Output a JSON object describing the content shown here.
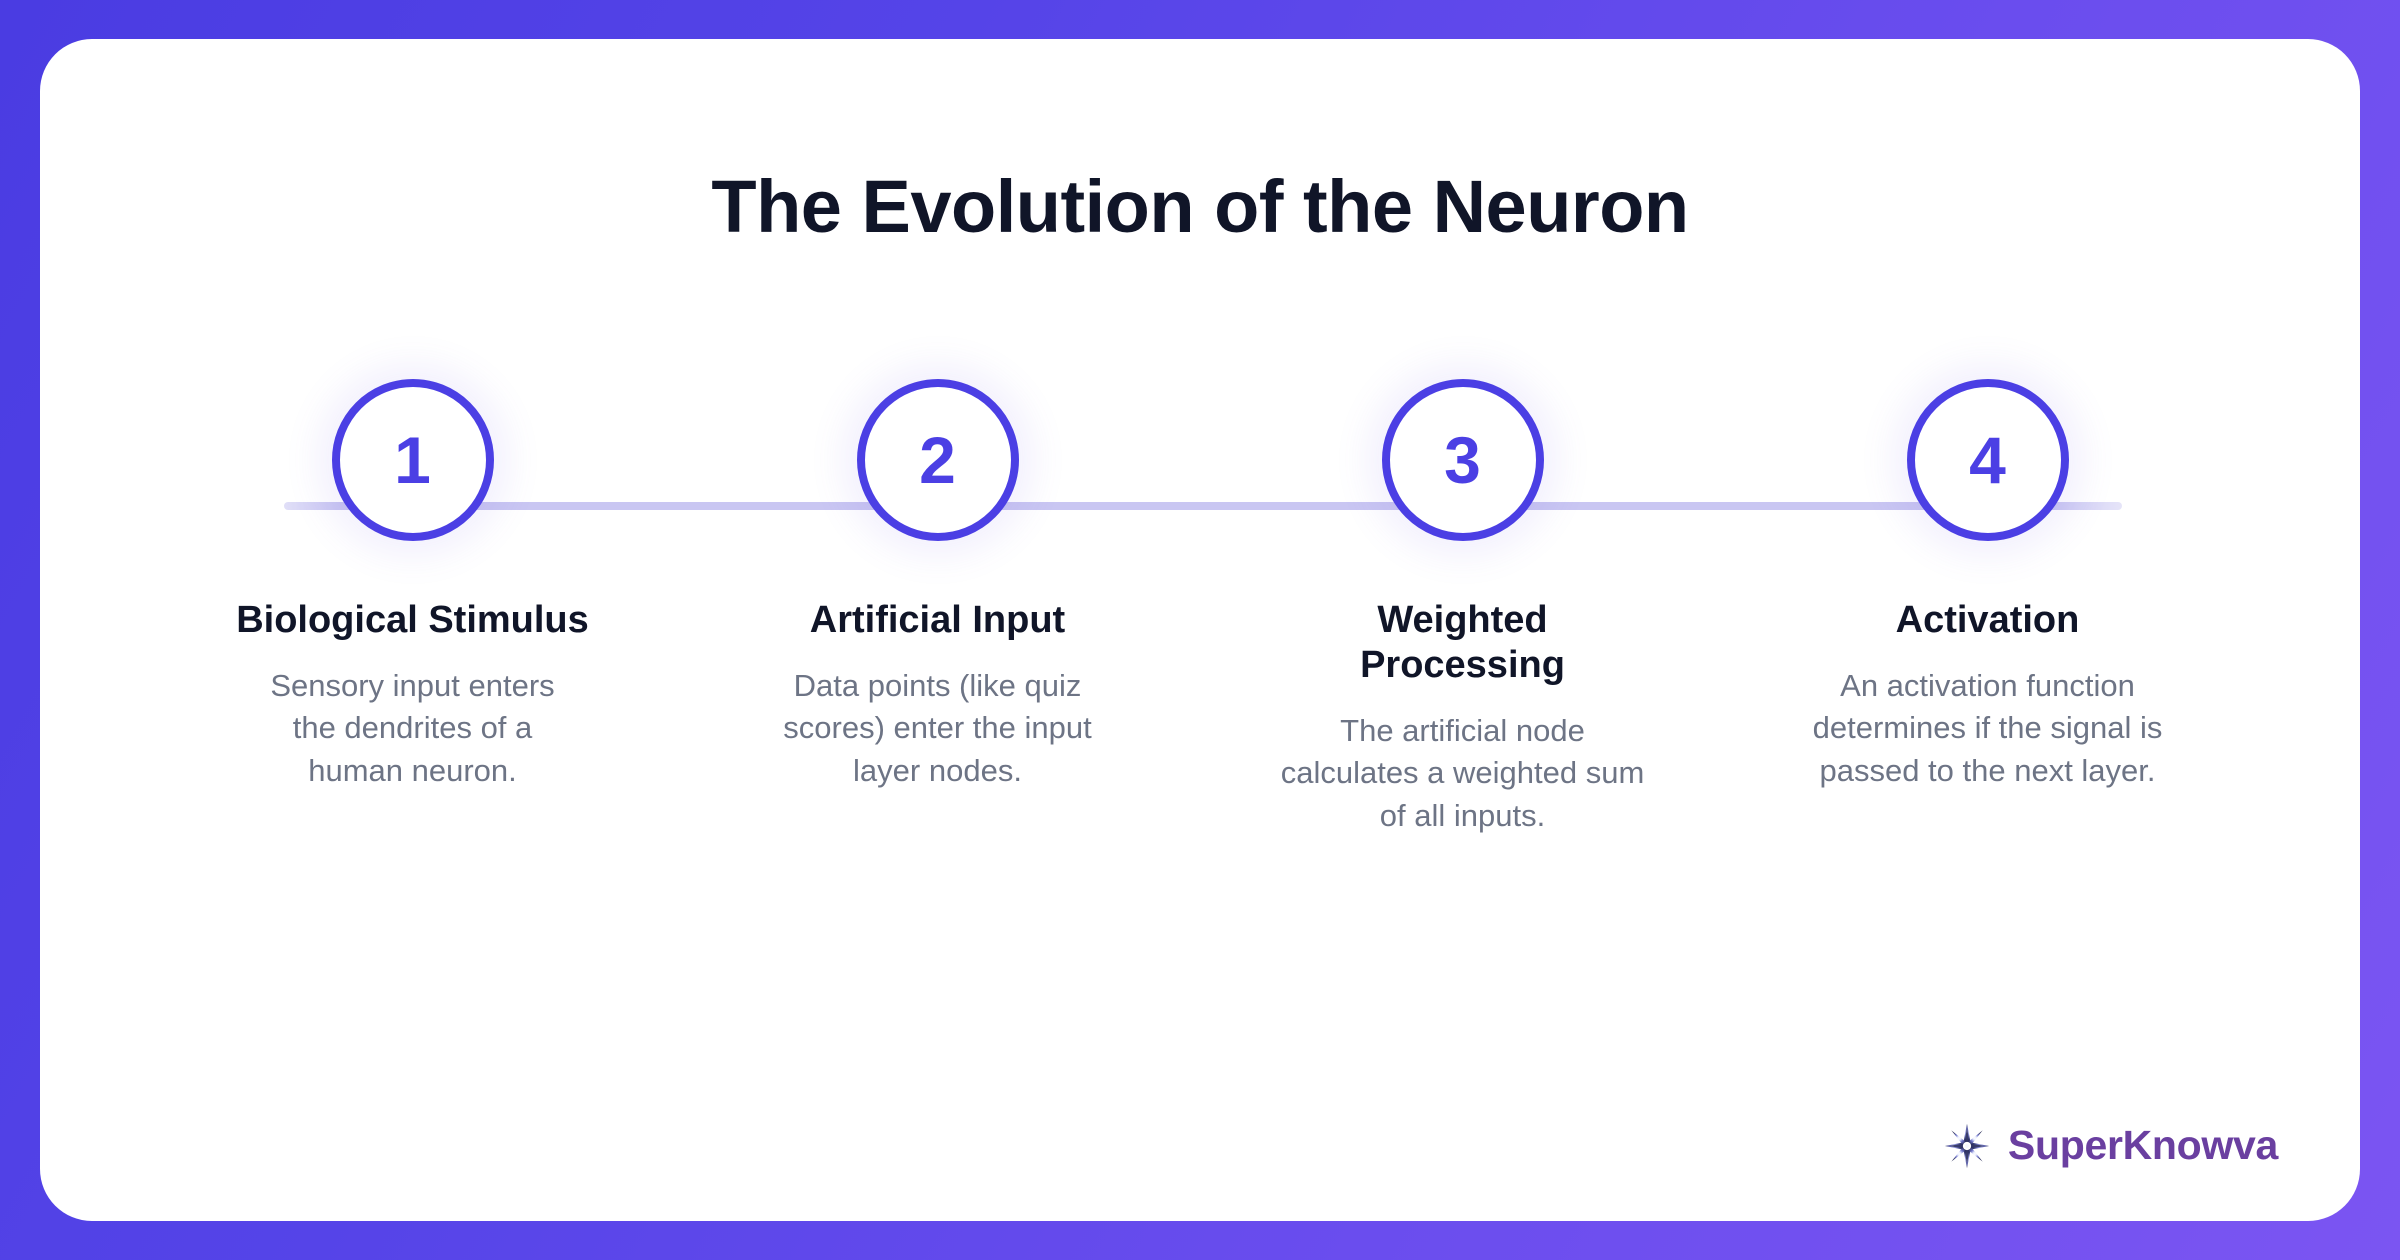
{
  "title": "The Evolution of the Neuron",
  "theme": {
    "background_gradient_start": "#4a3ce2",
    "background_gradient_end": "#7b55f2",
    "card_background": "#ffffff",
    "accent": "#4b3fe4",
    "connector_line": "#c9c6f2",
    "heading_color": "#101528",
    "body_text_color": "#6d7485",
    "brand_color": "#6a3fa0"
  },
  "timeline": {
    "steps": [
      {
        "number": "1",
        "heading": "Biological Stimulus",
        "description": "Sensory input enters the dendrites of a human neuron."
      },
      {
        "number": "2",
        "heading": "Artificial Input",
        "description": "Data points (like quiz scores) enter the input layer nodes."
      },
      {
        "number": "3",
        "heading": "Weighted Processing",
        "description": "The artificial node calculates a weighted sum of all inputs."
      },
      {
        "number": "4",
        "heading": "Activation",
        "description": "An activation function determines if the signal is passed to the next layer."
      }
    ]
  },
  "brand": {
    "name": "SuperKnowva",
    "mark_icon": "starburst-icon"
  }
}
